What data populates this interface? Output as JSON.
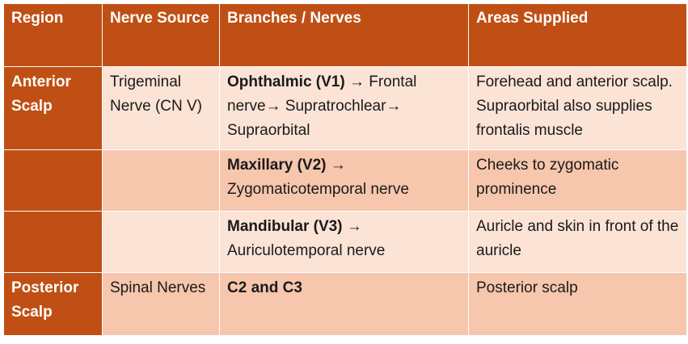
{
  "header": {
    "region": "Region",
    "nerve_source": "Nerve Source",
    "branches": "Branches / Nerves",
    "areas": "Areas Supplied"
  },
  "rows": [
    {
      "region": "Anterior Scalp",
      "source": "Trigeminal Nerve (CN V)",
      "branch_bold": "Ophthalmic (V1)",
      "branch_rest": " → Frontal nerve→ Supratrochlear→ Supraorbital",
      "area": "Forehead and anterior scalp. Supraorbital also supplies frontalis muscle"
    },
    {
      "region": "",
      "source": "",
      "branch_bold": "Maxillary (V2)",
      "branch_rest": " → Zygomaticotemporal nerve",
      "area": "Cheeks to zygomatic prominence"
    },
    {
      "region": "",
      "source": "",
      "branch_bold": "Mandibular (V3)",
      "branch_rest": " → Auriculotemporal nerve",
      "area": "Auricle and skin in front of the auricle"
    },
    {
      "region": "Posterior Scalp",
      "source": "Spinal Nerves",
      "branch_bold": "C2 and C3",
      "branch_rest": "",
      "area": "Posterior scalp"
    }
  ],
  "colors": {
    "header_bg": "#c04f15",
    "row_light": "#fbe3d6",
    "row_dark": "#f6c6ad"
  }
}
